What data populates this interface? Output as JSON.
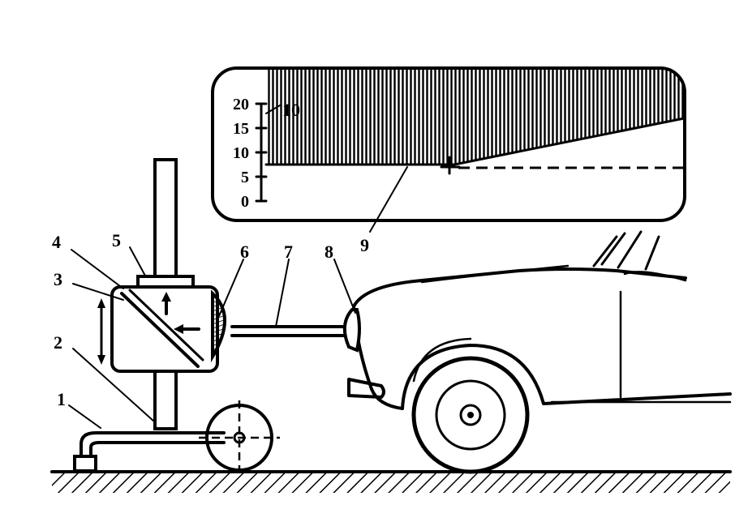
{
  "diagram": {
    "part_labels": [
      "1",
      "2",
      "3",
      "4",
      "5",
      "6",
      "7",
      "8",
      "9",
      "10"
    ],
    "screen_scale": {
      "ticks": [
        "20",
        "15",
        "10",
        "5",
        "0"
      ]
    }
  }
}
